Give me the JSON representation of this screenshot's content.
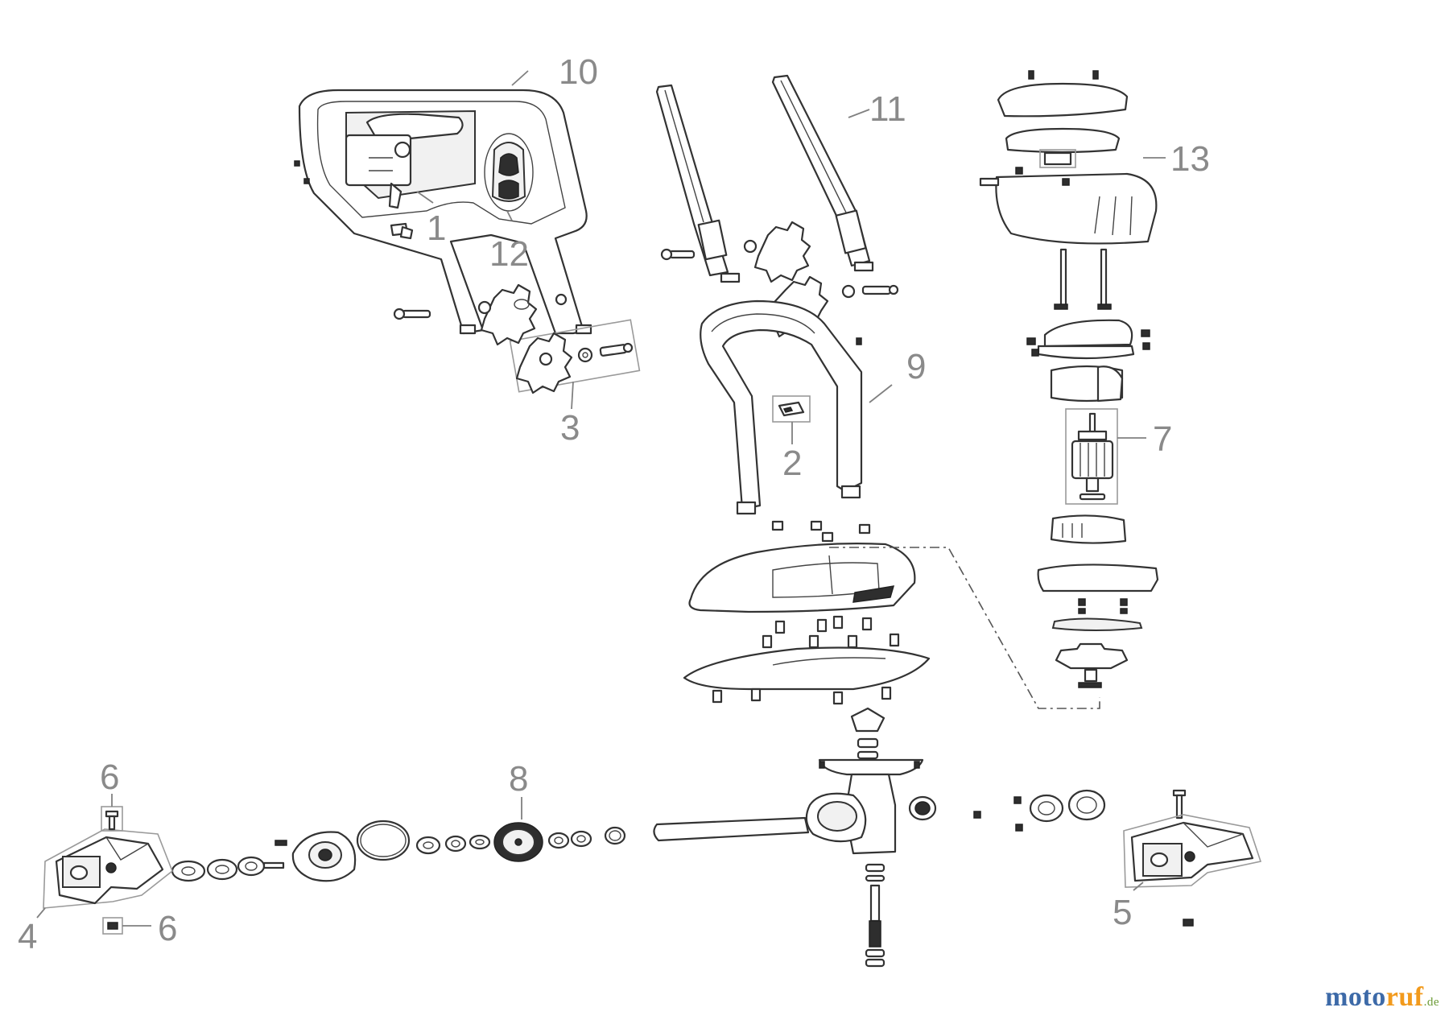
{
  "callouts": [
    {
      "label": "1"
    },
    {
      "label": "2"
    },
    {
      "label": "3"
    },
    {
      "label": "4"
    },
    {
      "label": "5"
    },
    {
      "label": "6"
    },
    {
      "label": "6"
    },
    {
      "label": "7"
    },
    {
      "label": "8"
    },
    {
      "label": "9"
    },
    {
      "label": "10"
    },
    {
      "label": "11"
    },
    {
      "label": "12"
    },
    {
      "label": "13"
    }
  ],
  "brand": {
    "part1": "moto",
    "part2": "ruf",
    "part3": ".de"
  }
}
